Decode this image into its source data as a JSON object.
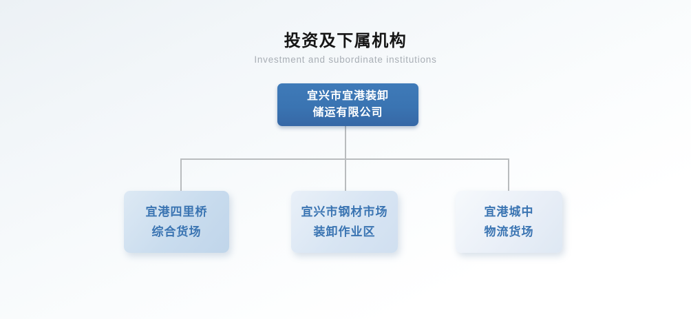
{
  "header": {
    "title": "投资及下属机构",
    "subtitle": "Investment and subordinate institutions"
  },
  "org": {
    "root": {
      "line1": "宜兴市宜港装卸",
      "line2": "储运有限公司"
    },
    "children": [
      {
        "line1": "宜港四里桥",
        "line2": "综合货场"
      },
      {
        "line1": "宜兴市钢材市场",
        "line2": "装卸作业区"
      },
      {
        "line1": "宜港城中",
        "line2": "物流货场"
      }
    ]
  },
  "colors": {
    "root_box": "#3a74b2",
    "root_text": "#ffffff",
    "child_text": "#3a74b2",
    "child_bg_left": "#c9dcee",
    "child_bg_middle": "#d8e5f3",
    "child_bg_right": "#e8eef7",
    "connector": "#b9bcbe",
    "title_text": "#151515",
    "subtitle_text": "#a8aeb5"
  }
}
